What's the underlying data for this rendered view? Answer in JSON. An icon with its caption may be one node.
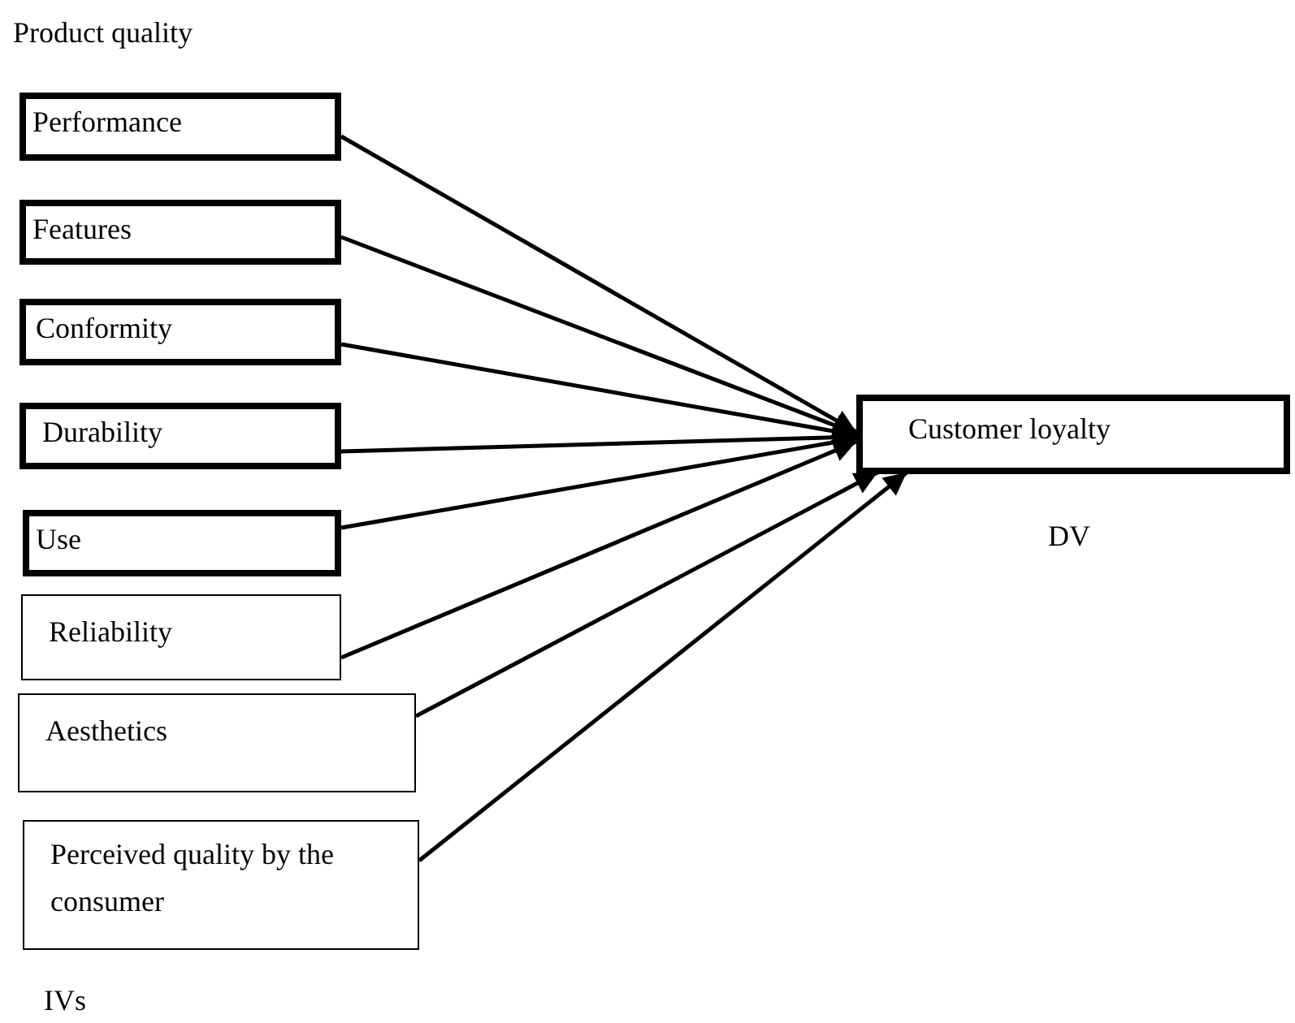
{
  "diagram": {
    "nodes": [
      {
        "text": [
          "Performance"
        ]
      },
      {
        "text": [
          "Features"
        ]
      },
      {
        "text": [
          "Conformity"
        ]
      },
      {
        "text": [
          "Durability"
        ]
      },
      {
        "text": [
          "Use"
        ]
      },
      {
        "text": [
          "Reliability"
        ]
      },
      {
        "text": [
          "Aesthetics"
        ]
      },
      {
        "text": [
          "Perceived quality by the consumer"
        ]
      },
      {
        "text": [
          "Customer loyalty"
        ]
      }
    ],
    "edges": [
      {
        "from": 0,
        "to": 8,
        "arrow": "to"
      },
      {
        "from": 1,
        "to": 8,
        "arrow": "to"
      },
      {
        "from": 2,
        "to": 8,
        "arrow": "to"
      },
      {
        "from": 3,
        "to": 8,
        "arrow": "to"
      },
      {
        "from": 4,
        "to": 8,
        "arrow": "to"
      },
      {
        "from": 5,
        "to": 8,
        "arrow": "to"
      },
      {
        "from": 6,
        "to": 8,
        "arrow": "to"
      },
      {
        "from": 7,
        "to": 8,
        "arrow": "to"
      }
    ],
    "labels": [
      "Product quality",
      "DV",
      "IVs"
    ]
  }
}
